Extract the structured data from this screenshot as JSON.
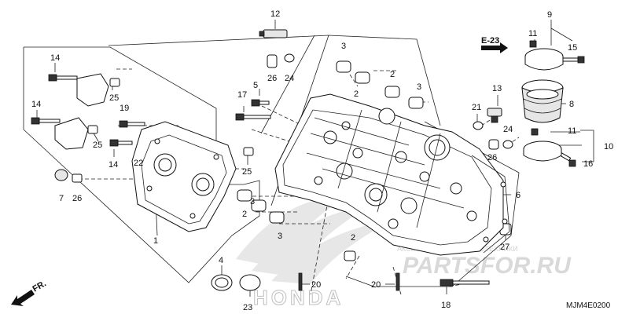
{
  "reference": {
    "label": "E-23",
    "diagram_code": "MJM4E0200",
    "direction_label": "FR."
  },
  "callouts": [
    {
      "id": "c12",
      "text": "12"
    },
    {
      "id": "c14a",
      "text": "14"
    },
    {
      "id": "c14b",
      "text": "14"
    },
    {
      "id": "c14c",
      "text": "14"
    },
    {
      "id": "c25a",
      "text": "25"
    },
    {
      "id": "c25b",
      "text": "25"
    },
    {
      "id": "c25c",
      "text": "25"
    },
    {
      "id": "c19",
      "text": "19"
    },
    {
      "id": "c22",
      "text": "22"
    },
    {
      "id": "c7",
      "text": "7"
    },
    {
      "id": "c26a",
      "text": "26"
    },
    {
      "id": "c26b",
      "text": "26"
    },
    {
      "id": "c26c",
      "text": "26"
    },
    {
      "id": "c24a",
      "text": "24"
    },
    {
      "id": "c24b",
      "text": "24"
    },
    {
      "id": "c5",
      "text": "5"
    },
    {
      "id": "c17",
      "text": "17"
    },
    {
      "id": "c3a",
      "text": "3"
    },
    {
      "id": "c3b",
      "text": "3"
    },
    {
      "id": "c3c",
      "text": "3"
    },
    {
      "id": "c3d",
      "text": "3"
    },
    {
      "id": "c2a",
      "text": "2"
    },
    {
      "id": "c2b",
      "text": "2"
    },
    {
      "id": "c2c",
      "text": "2"
    },
    {
      "id": "c2d",
      "text": "2"
    },
    {
      "id": "c1",
      "text": "1"
    },
    {
      "id": "c4",
      "text": "4"
    },
    {
      "id": "c23",
      "text": "23"
    },
    {
      "id": "c20a",
      "text": "20"
    },
    {
      "id": "c20b",
      "text": "20"
    },
    {
      "id": "c18",
      "text": "18"
    },
    {
      "id": "c27",
      "text": "27"
    },
    {
      "id": "c6",
      "text": "6"
    },
    {
      "id": "c21",
      "text": "21"
    },
    {
      "id": "c13",
      "text": "13"
    },
    {
      "id": "c9",
      "text": "9"
    },
    {
      "id": "c11a",
      "text": "11"
    },
    {
      "id": "c11b",
      "text": "11"
    },
    {
      "id": "c15",
      "text": "15"
    },
    {
      "id": "c8",
      "text": "8"
    },
    {
      "id": "c10",
      "text": "10"
    },
    {
      "id": "c16",
      "text": "16"
    }
  ],
  "watermark": {
    "line1": "АКСЕССУАРЫ ДЛЯ МОТОТЕХНИКИ",
    "line2": "PARTSFOR.RU",
    "brand": "HONDA"
  }
}
